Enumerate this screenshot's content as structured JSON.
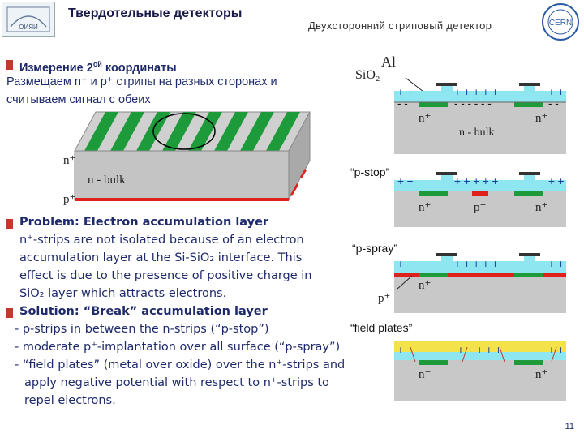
{
  "header": {
    "title": "Твердотельные детекторы",
    "subtitle": "Двухсторонний стриповый детектор",
    "logo_left_text": "ОИЯИ",
    "logo_right_text": "CERN"
  },
  "section1": {
    "heading_prefix": "Измерение 2",
    "heading_sup": "ой",
    "heading_suffix": " координаты",
    "line1": "Размещаем n⁺ и p⁺ стрипы на разных сторонах и",
    "line2": "считываем сигнал с обеих"
  },
  "bulk_diagram": {
    "n_plus": "n⁺",
    "n_bulk": "n - bulk",
    "p_plus": "p⁺"
  },
  "problem": {
    "heading": "Problem: Electron accumulation layer",
    "lines": [
      "n⁺-strips are not isolated because of an electron",
      "accumulation layer at the Si-SiO₂ interface. This",
      "effect is due to the presence of positive charge in",
      "SiO₂ layer which attracts electrons."
    ]
  },
  "solution": {
    "heading": "Solution: “Break” accumulation layer",
    "items": [
      "- p-strips in between the n-strips (“p-stop”)",
      "- moderate p⁺-implantation over all surface (“p-spray”)",
      "- “field plates” (metal over oxide) over the n⁺-strips and",
      "apply negative potential with respect to n⁺-strips to",
      "repel electrons."
    ]
  },
  "cross_sections": {
    "top": {
      "al": "Al",
      "sio2": "SiO₂",
      "n1": "n⁺",
      "n2": "n⁺",
      "bulk": "n - bulk",
      "plus": "+ +",
      "plus_mid": "+ + + + +",
      "minus": "- -",
      "minus_mid": "- - - - - -"
    },
    "pstop": {
      "label": "“p-stop”",
      "n1": "n⁺",
      "p": "p⁺",
      "n2": "n⁺"
    },
    "pspray": {
      "label": "“p-spray”",
      "n": "n⁺",
      "p": "p⁺"
    },
    "fieldplates": {
      "label": "“field plates”",
      "n1": "n⁻",
      "n2": "n⁺"
    }
  },
  "footer": {
    "page": "11"
  }
}
